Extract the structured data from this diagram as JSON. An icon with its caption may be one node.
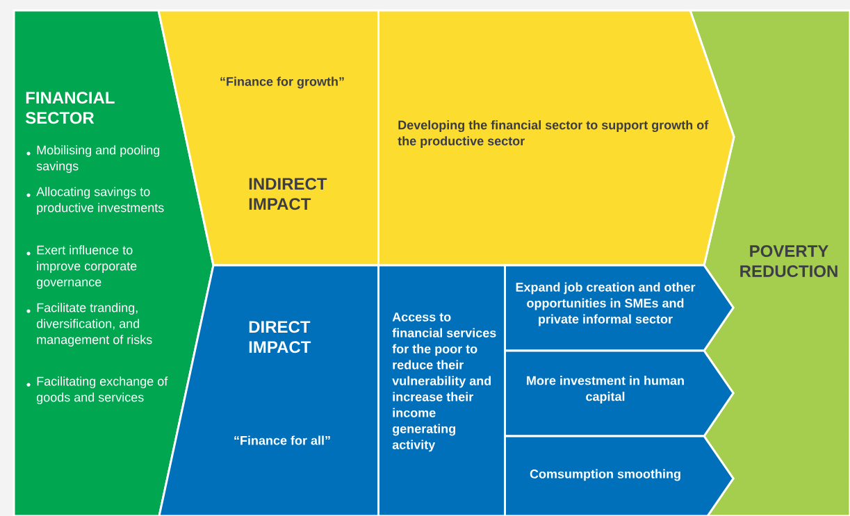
{
  "diagram": {
    "nodes": [
      {
        "text": [
          "FINANCIAL SECTOR",
          "Mobilising and pooling savings",
          "Allocating savings to productive investments",
          "Exert influence to improve corporate governance",
          "Facilitate tranding, diversification, and management of risks",
          "Facilitating exchange of goods and services"
        ]
      },
      {
        "text": [
          "“Finance for growth”",
          "INDIRECT IMPACT"
        ]
      },
      {
        "text": [
          "Developing the financial sector to support growth of the productive sector"
        ]
      },
      {
        "text": [
          "DIRECT IMPACT",
          "“Finance for all”"
        ]
      },
      {
        "text": [
          "Access to financial services for the poor to reduce their vulnerability and increase their income generating activity"
        ]
      },
      {
        "text": [
          "Expand job creation and other opportunities in SMEs and private informal sector"
        ]
      },
      {
        "text": [
          "More investment in human capital"
        ]
      },
      {
        "text": [
          "Comsumption smoothing"
        ]
      },
      {
        "text": [
          "POVERTY REDUCTION"
        ]
      }
    ]
  }
}
